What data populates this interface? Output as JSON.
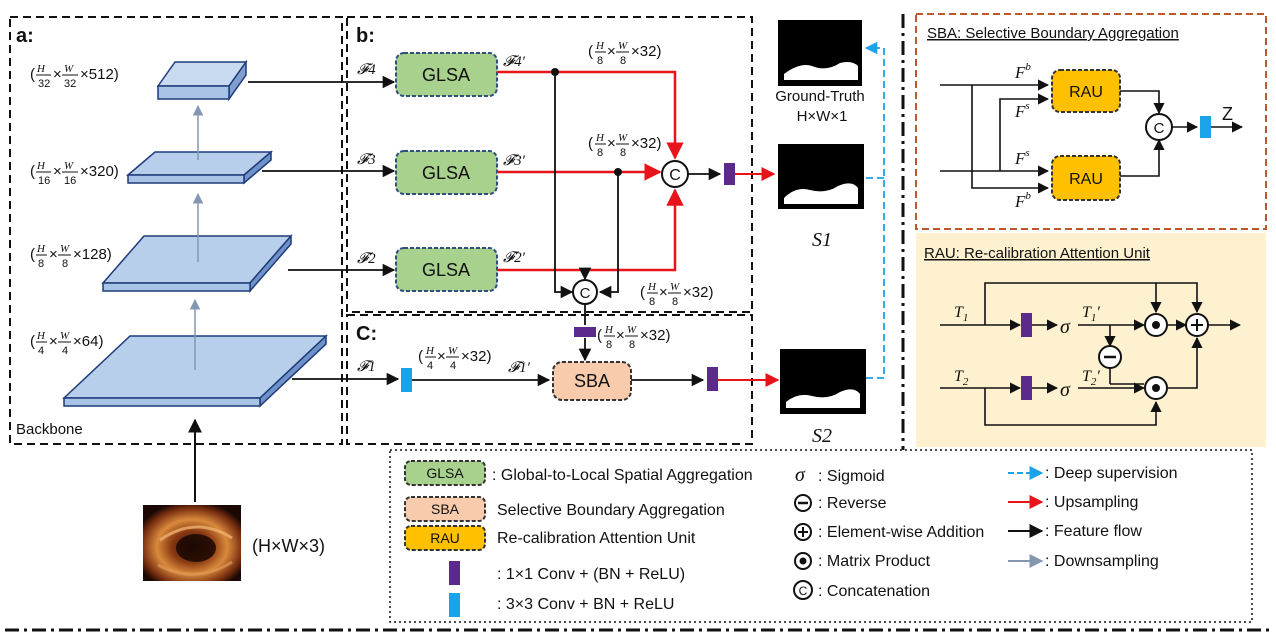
{
  "sections": {
    "a": "a:",
    "b": "b:",
    "c": "C:",
    "backbone": "Backbone"
  },
  "backbone_dims": [
    "(H/32×W/32×512)",
    "(H/16×W/16×320)",
    "(H/8×W/8×128)",
    "(H/4×W/4×64)"
  ],
  "input_dim": "(H×W×3)",
  "features": {
    "f4": "𝓕4",
    "f3": "𝓕3",
    "f2": "𝓕2",
    "f1": "𝓕1",
    "f4p": "𝓕4′",
    "f3p": "𝓕3′",
    "f2p": "𝓕2′",
    "f1p": "𝓕1′"
  },
  "dims_eighth": "(H/8×W/8×32)",
  "dims_quarter": "(H/4×W/4×32)",
  "modules": {
    "glsa": "GLSA",
    "sba": "SBA",
    "rau": "RAU",
    "concat": "C"
  },
  "outputs": {
    "gt_label": "Ground-Truth",
    "gt_dim": "H×W×1",
    "s1": "S1",
    "s2": "S2"
  },
  "sba_panel": {
    "title": "SBA: Selective Boundary Aggregation",
    "fb": "F^b",
    "fs": "F^s",
    "z": "Z"
  },
  "rau_panel": {
    "title": "RAU: Re-calibration Attention Unit",
    "t1": "T1",
    "t2": "T2",
    "t1p": "T1′",
    "t2p": "T2′",
    "sigma": "σ"
  },
  "legend": {
    "glsa_desc": ": Global-to-Local Spatial Aggregation",
    "sba_desc": "Selective Boundary Aggregation",
    "rau_desc": "Re-calibration Attention Unit",
    "conv1_desc": ": 1×1 Conv  + (BN + ReLU)",
    "conv3_desc": ": 3×3 Conv + BN + ReLU",
    "sigmoid_sym": "σ",
    "sigmoid_desc": ": Sigmoid",
    "reverse_desc": ": Reverse",
    "add_desc": ": Element-wise Addition",
    "matrix_desc": ": Matrix Product",
    "concat_desc": ": Concatenation",
    "deep_desc": ": Deep supervision",
    "up_desc": ": Upsampling",
    "flow_desc": ": Feature flow",
    "down_desc": ": Downsampling"
  },
  "colors": {
    "glsa_fill": "#a9d18e",
    "sba_fill": "#f8cbad",
    "rau_fill": "#ffc000",
    "rau_panel_bg": "#fdf1d0",
    "slab_fill": "#a7c3e6",
    "slab_edge": "#1f3b7a",
    "conv1": "#5b2a8c",
    "conv3": "#1aa3e8",
    "red": "#e8141b",
    "deep_blue": "#1aa3e8",
    "down_grey": "#8497b0"
  }
}
